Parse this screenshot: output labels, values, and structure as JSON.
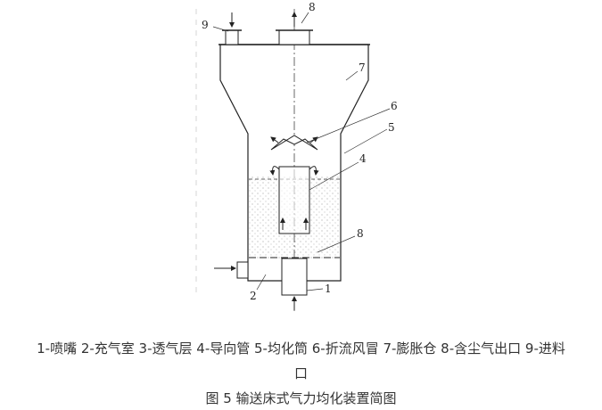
{
  "labels": {
    "n1": "1",
    "n2": "2",
    "n4": "4",
    "n5": "5",
    "n6": "6",
    "n7": "7",
    "n8_top": "8",
    "n8_mid": "8",
    "n9": "9"
  },
  "legend_line1": "1-喷嘴 2-充气室 3-透气层 4-导向管  5-均化筒 6-折流风冒 7-膨胀仓  8-含尘气出口 9-进料",
  "legend_line2": "口",
  "figure_caption": "图 5 输送床式气力均化装置简图"
}
